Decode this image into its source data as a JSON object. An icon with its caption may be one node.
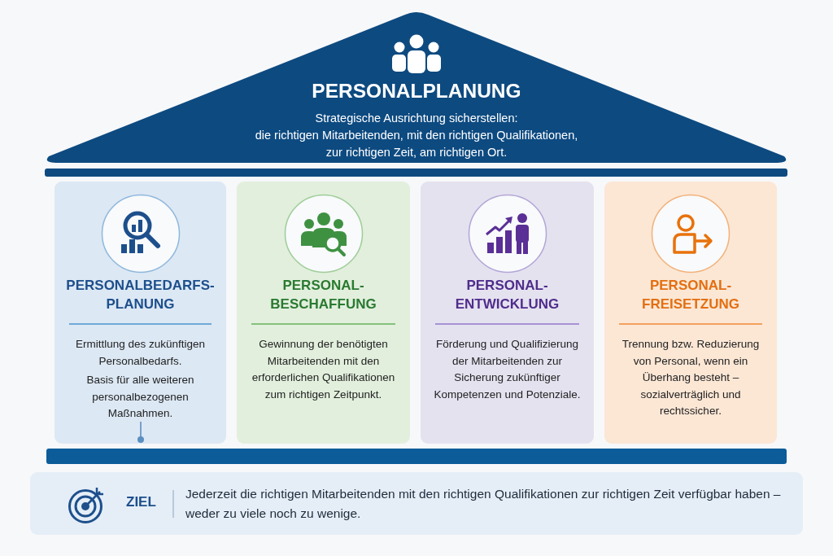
{
  "diagram": {
    "nodes": [
      {
        "text": [
          "PERSONALPLANUNG",
          "Strategische Ausrichtung sicherstellen:",
          "die richtigen Mitarbeitenden, mit den richtigen Qualifikationen, zur richtigen Zeit, am richtigen Ort."
        ]
      },
      {
        "text": [],
        "shape": "bar"
      },
      {
        "text": [
          "PERSONALBEDARFS- PLANUNG",
          "Ermittlung des zukünftigen Personalbedarfs.",
          "Basis für alle weiteren personalbezogenen Maßnahmen."
        ]
      },
      {
        "text": [
          "PERSONAL- BESCHAFFUNG",
          "Gewinnung der benötigten Mitarbeitenden mit den erforderlichen Qualifikationen zum richtigen Zeitpunkt."
        ]
      },
      {
        "text": [
          "PERSONAL- ENTWICKLUNG",
          "Förderung und Qualifizierung der Mitarbeitenden zur Sicherung zukünftiger Kompetenzen und Potenziale."
        ]
      },
      {
        "text": [
          "PERSONAL- FREISETZUNG",
          "Trennung bzw. Reduzierung von Personal, wenn ein Überhang besteht – sozialverträglich und rechtssicher."
        ]
      },
      {
        "text": [],
        "shape": "bar"
      },
      {
        "text": [
          "ZIEL",
          "Jederzeit die richtigen Mitarbeitenden mit den richtigen Qualifikationen zur richtigen Zeit verfügbar haben – weder zu viele noch zu wenige."
        ]
      }
    ]
  }
}
